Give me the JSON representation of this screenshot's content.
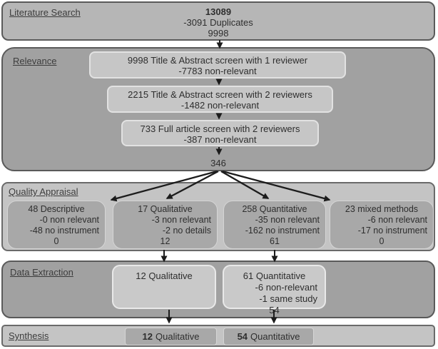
{
  "literature_search": {
    "label": "Literature Search",
    "total": "13089",
    "deduction": "-3091 Duplicates",
    "result": "9998"
  },
  "relevance": {
    "label": "Relevance",
    "steps": [
      {
        "line1": "9998 Title & Abstract screen with 1 reviewer",
        "line2": "-7783 non-relevant"
      },
      {
        "line1": "2215 Title & Abstract screen with 2 reviewers",
        "line2": "-1482 non-relevant"
      },
      {
        "line1": "733 Full article screen with 2 reviewers",
        "line2": "-387 non-relevant"
      }
    ],
    "result": "346"
  },
  "quality_appraisal": {
    "label": "Quality Appraisal",
    "groups": [
      {
        "title": "48 Descriptive",
        "d1": "-0 non relevant",
        "d2": "-48 no instrument",
        "result": "0"
      },
      {
        "title": "17 Qualitative",
        "d1": "-3 non relevant",
        "d2": "-2 no details",
        "result": "12"
      },
      {
        "title": "258 Quantitative",
        "d1": "-35 non relevant",
        "d2": "-162 no instrument",
        "result": "61"
      },
      {
        "title": "23 mixed methods",
        "d1": "-6 non relevant",
        "d2": "-17 no instrument",
        "result": "0"
      }
    ]
  },
  "data_extraction": {
    "label": "Data Extraction",
    "qualitative": {
      "title": "12 Qualitative"
    },
    "quantitative": {
      "title": "61 Quantitative",
      "d1": "-6 non-relevant",
      "d2": "-1 same study",
      "result": "54"
    }
  },
  "synthesis": {
    "label": "Synthesis",
    "qualitative": {
      "number": "12",
      "text": "Qualitative"
    },
    "quantitative": {
      "number": "54",
      "text": "Quantitative"
    }
  },
  "colors": {
    "section_dark": "#a1a1a1",
    "section_light": "#c4c4c4",
    "top_section": "#b6b6b6",
    "inner_box_light": "#c9c9c9",
    "inner_box_dark": "#a8a8a8",
    "border_dark": "#5a5a5a",
    "arrow": "#1c1c1c"
  }
}
